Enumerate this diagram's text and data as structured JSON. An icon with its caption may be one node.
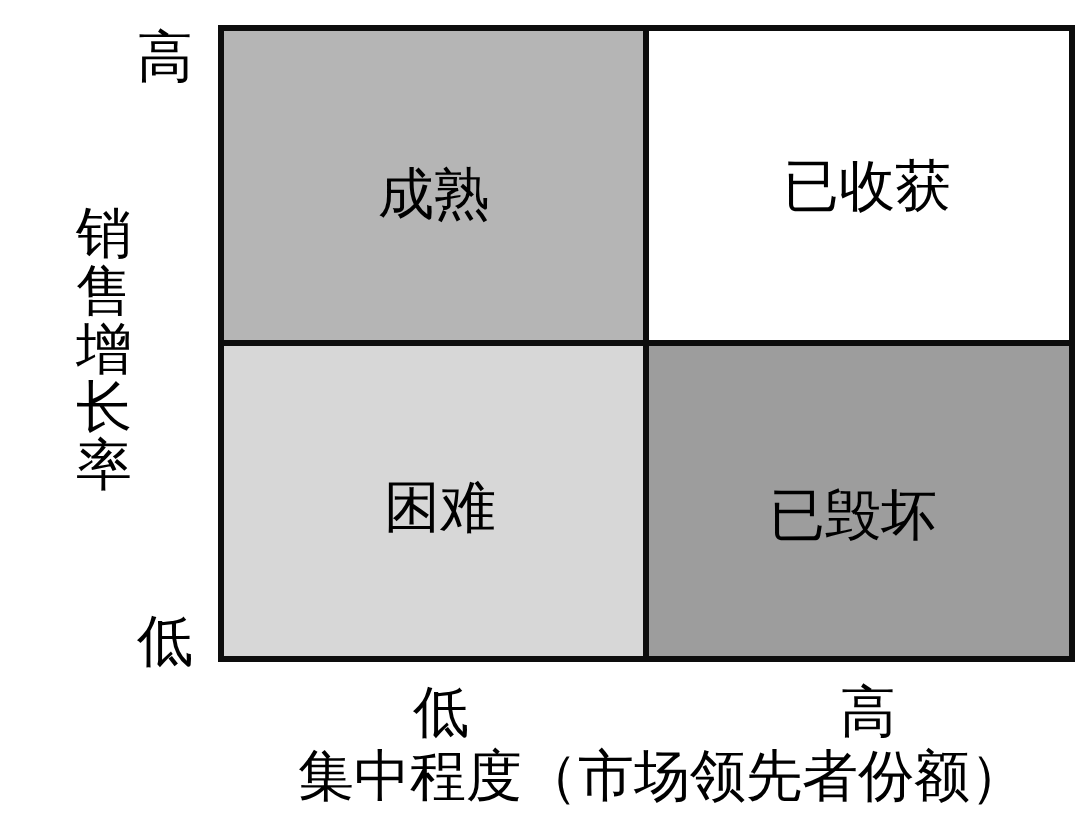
{
  "diagram": {
    "nodes": [
      {
        "text": [
          "成熟"
        ]
      },
      {
        "text": [
          "已收获"
        ]
      },
      {
        "text": [
          "困难"
        ]
      },
      {
        "text": [
          "已毁坏"
        ]
      }
    ],
    "labels": [
      "高",
      "销售增长率",
      "低",
      "低",
      "高",
      "集中程度（市场领先者份额）"
    ]
  }
}
